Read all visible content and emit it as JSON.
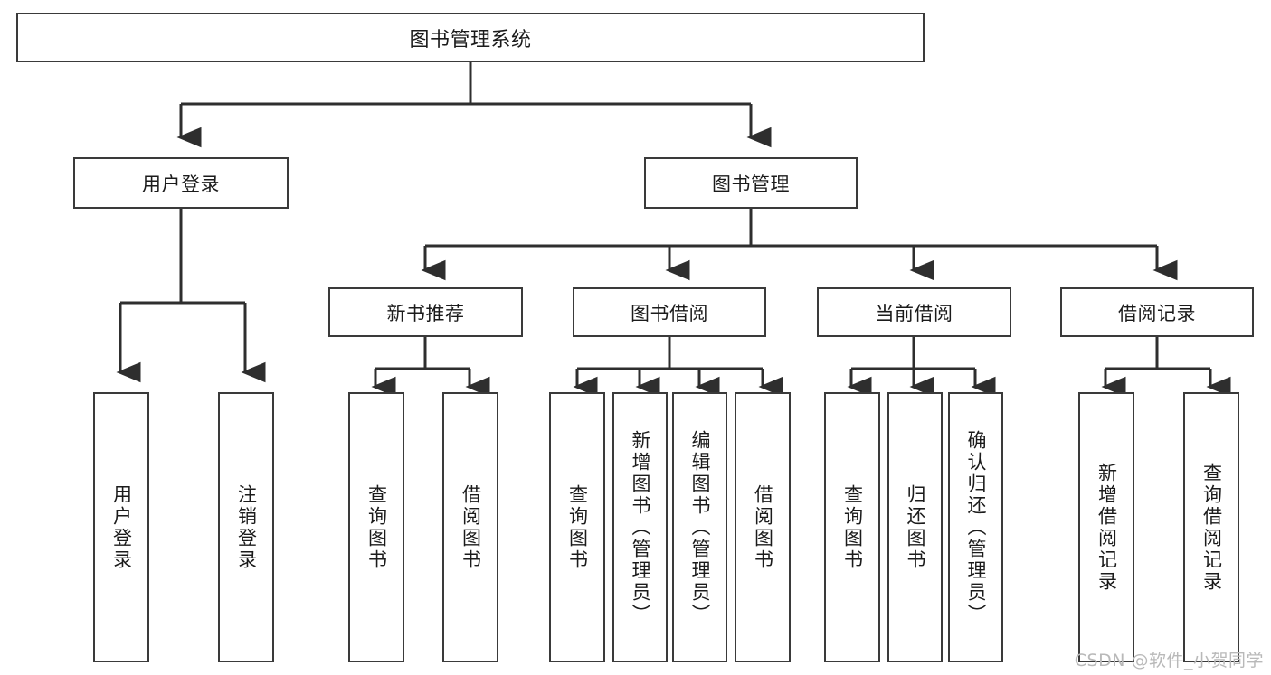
{
  "diagram": {
    "title": "图书管理系统",
    "type": "tree-hierarchy-diagram",
    "colors": {
      "box_border": "#3a3a3a",
      "box_fill": "#ffffff",
      "connector": "#2e2e2e",
      "text": "#1b1b1b",
      "watermark": "#b9b9b9",
      "background": "#ffffff"
    },
    "root": {
      "label": "图书管理系统"
    },
    "level1": [
      {
        "label": "用户登录"
      },
      {
        "label": "图书管理"
      }
    ],
    "level2": [
      {
        "label": "新书推荐"
      },
      {
        "label": "图书借阅"
      },
      {
        "label": "当前借阅"
      },
      {
        "label": "借阅记录"
      }
    ],
    "leaves": {
      "user_login": [
        {
          "label": "用户登录"
        },
        {
          "label": "注销登录"
        }
      ],
      "new_book_recommend": [
        {
          "label": "查询图书"
        },
        {
          "label": "借阅图书"
        }
      ],
      "book_borrow": [
        {
          "label": "查询图书"
        },
        {
          "label": "新增图书（管理员）"
        },
        {
          "label": "编辑图书（管理员）"
        },
        {
          "label": "借阅图书"
        }
      ],
      "current_borrow": [
        {
          "label": "查询图书"
        },
        {
          "label": "归还图书"
        },
        {
          "label": "确认归还（管理员）"
        }
      ],
      "borrow_record": [
        {
          "label": "新增借阅记录"
        },
        {
          "label": "查询借阅记录"
        }
      ]
    },
    "watermark": "CSDN @软件_小贺同学"
  }
}
